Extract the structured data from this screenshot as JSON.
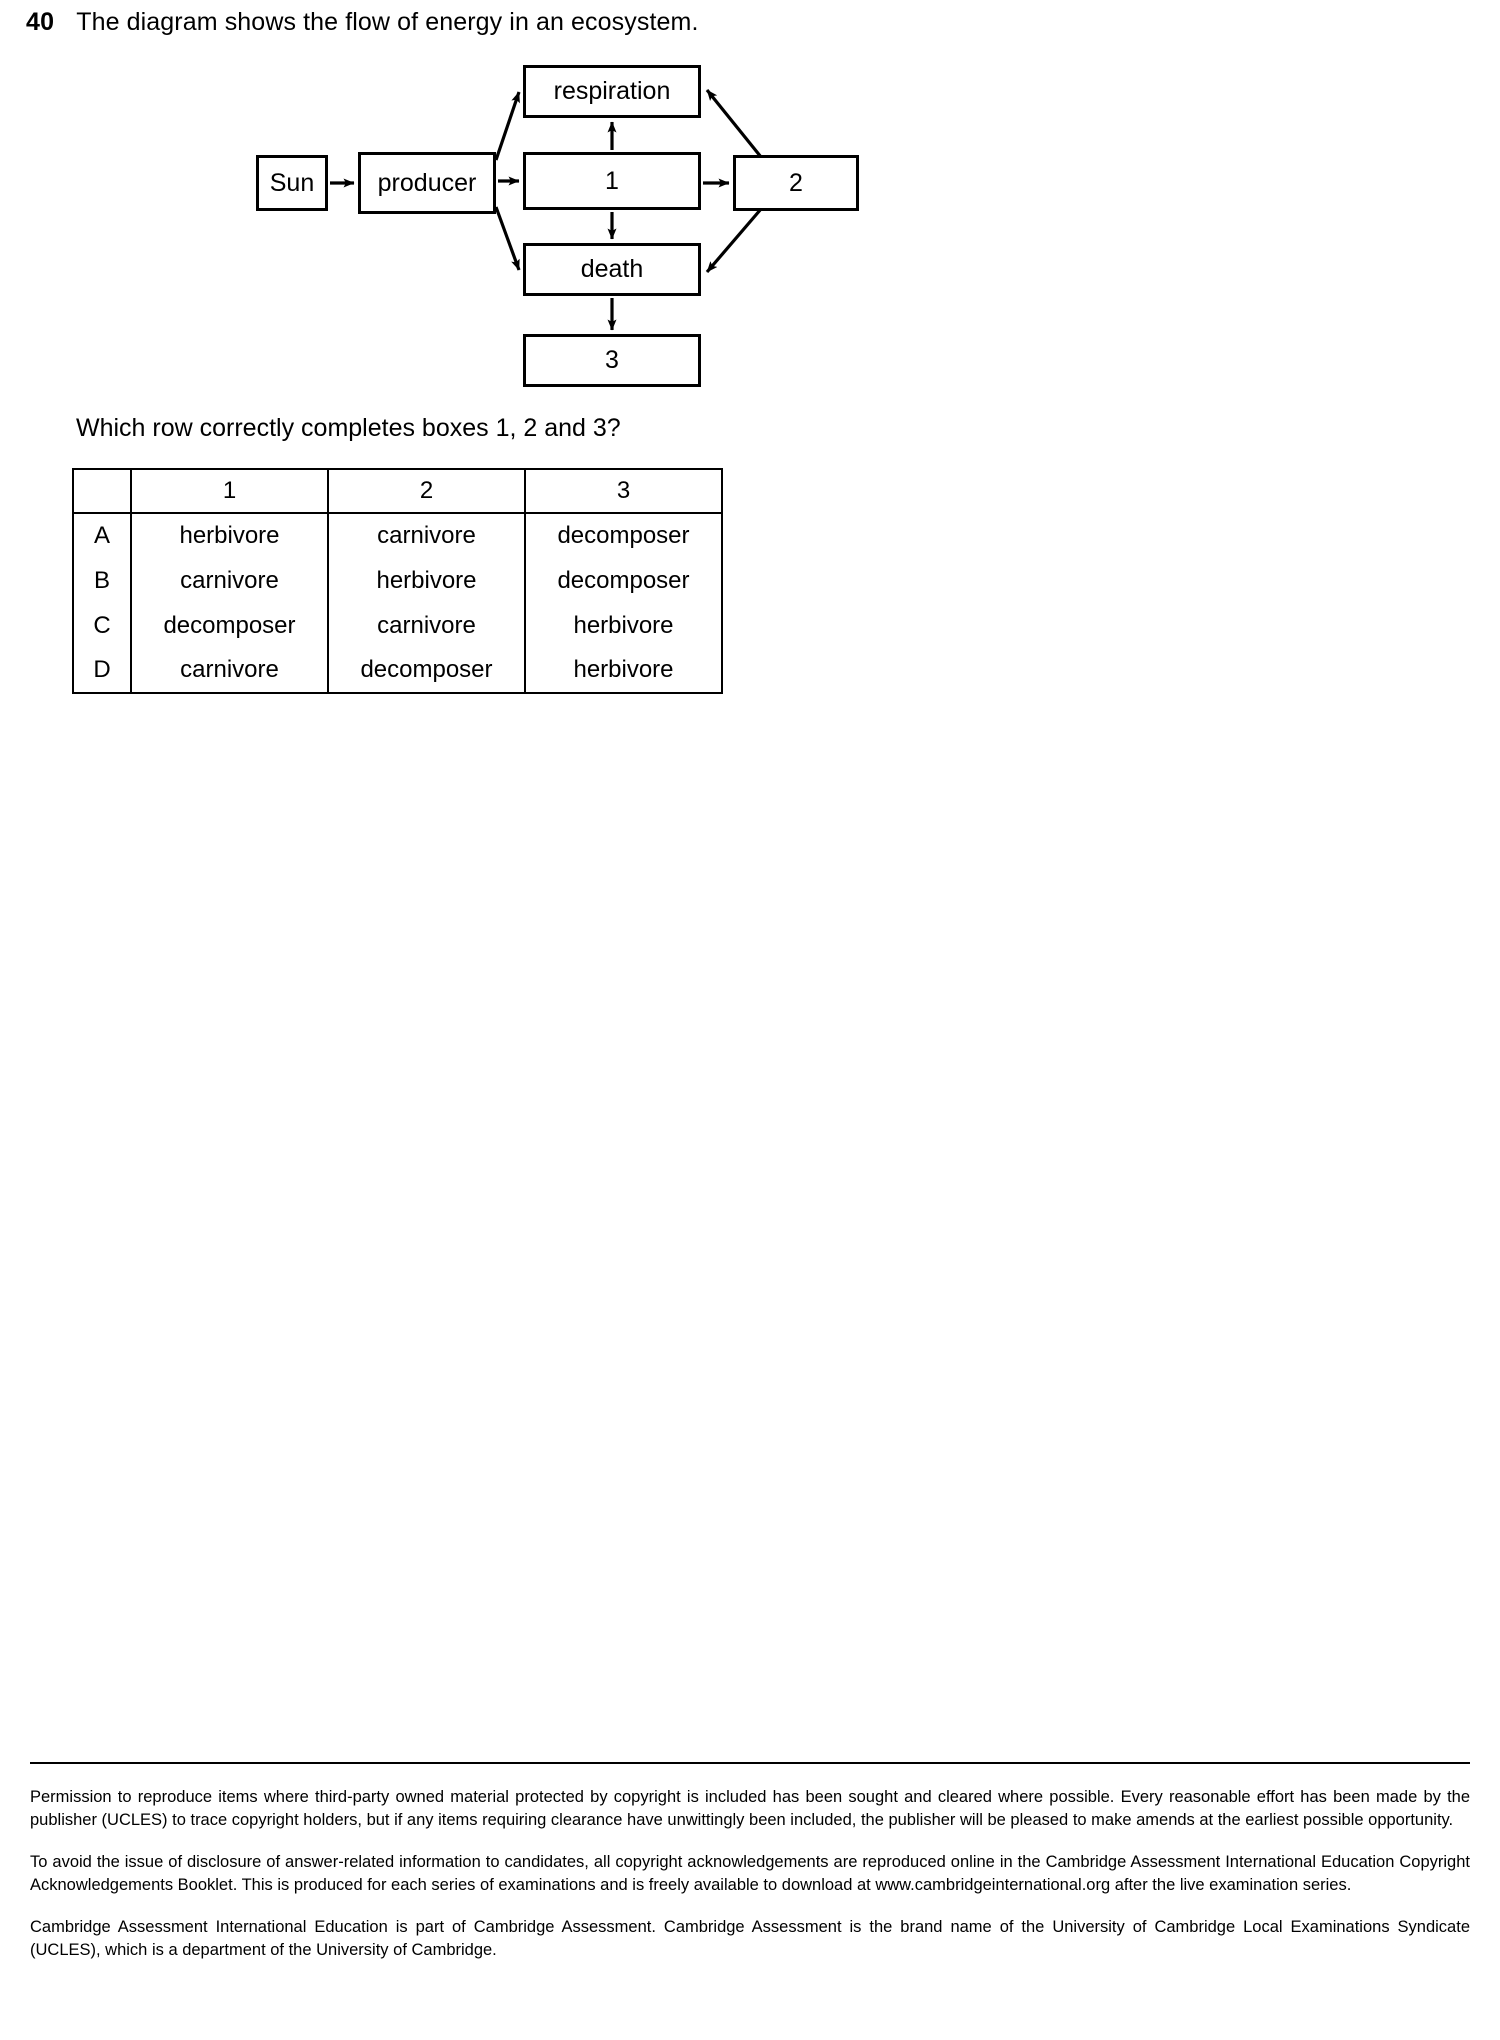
{
  "question": {
    "number": "40",
    "stem": "The diagram shows the flow of energy in an ecosystem.",
    "lead_in": "Which row correctly completes boxes 1, 2 and 3?"
  },
  "diagram": {
    "title": "energy flow in an ecosystem",
    "nodes": {
      "sun": "Sun",
      "producer": "producer",
      "respiration": "respiration",
      "box1": "1",
      "box2": "2",
      "death": "death",
      "box3": "3"
    },
    "edges": [
      {
        "from": "Sun",
        "to": "producer"
      },
      {
        "from": "producer",
        "to": "respiration"
      },
      {
        "from": "producer",
        "to": "1"
      },
      {
        "from": "producer",
        "to": "death"
      },
      {
        "from": "1",
        "to": "respiration"
      },
      {
        "from": "1",
        "to": "death"
      },
      {
        "from": "1",
        "to": "2"
      },
      {
        "from": "2",
        "to": "respiration"
      },
      {
        "from": "2",
        "to": "death"
      },
      {
        "from": "death",
        "to": "3"
      }
    ]
  },
  "answer_table": {
    "headers": [
      "",
      "1",
      "2",
      "3"
    ],
    "rows": [
      {
        "letter": "A",
        "c1": "herbivore",
        "c2": "carnivore",
        "c3": "decomposer"
      },
      {
        "letter": "B",
        "c1": "carnivore",
        "c2": "herbivore",
        "c3": "decomposer"
      },
      {
        "letter": "C",
        "c1": "decomposer",
        "c2": "carnivore",
        "c3": "herbivore"
      },
      {
        "letter": "D",
        "c1": "carnivore",
        "c2": "decomposer",
        "c3": "herbivore"
      }
    ]
  },
  "footer": {
    "paragraph1": "Permission to reproduce items where third-party owned material protected by copyright is included has been sought and cleared where possible. Every reasonable effort has been made by the publisher (UCLES) to trace copyright holders, but if any items requiring clearance have unwittingly been included, the publisher will be pleased to make amends at the earliest possible opportunity.",
    "paragraph2": "To avoid the issue of disclosure of answer-related information to candidates, all copyright acknowledgements are reproduced online in the Cambridge Assessment International Education Copyright Acknowledgements Booklet. This is produced for each series of examinations and is freely available to download at www.cambridgeinternational.org after the live examination series.",
    "paragraph3": "Cambridge Assessment International Education is part of Cambridge Assessment. Cambridge Assessment is the brand name of the University of Cambridge Local Examinations Syndicate (UCLES), which is a department of the University of Cambridge."
  }
}
